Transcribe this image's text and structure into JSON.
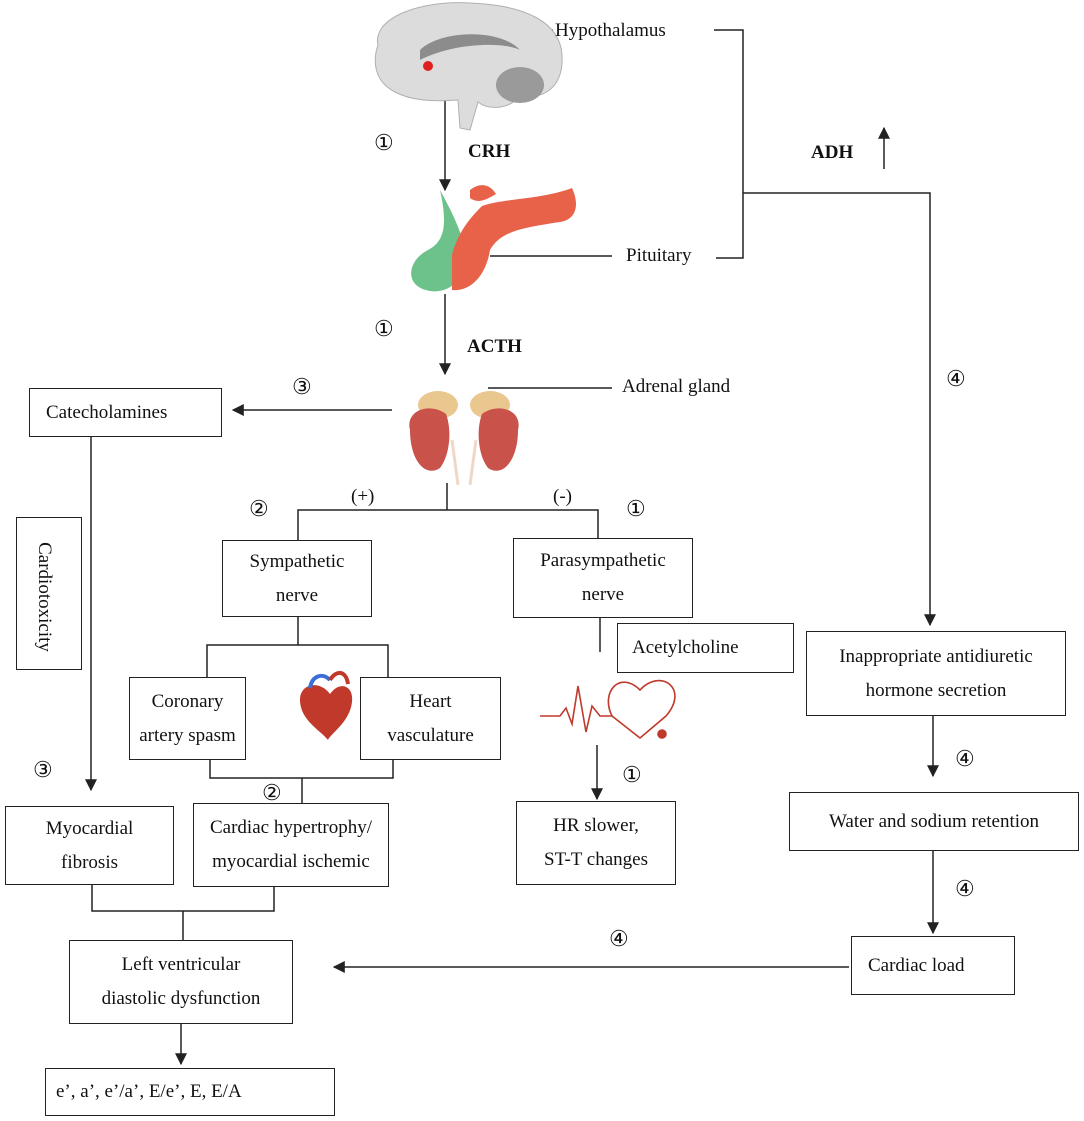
{
  "labels": {
    "hypothalamus": "Hypothalamus",
    "crh": "CRH",
    "adh": "ADH",
    "pituitary": "Pituitary",
    "acth": "ACTH",
    "adrenal": "Adrenal gland",
    "plus": "(+)",
    "minus": "(-)",
    "cardiotoxicity": "Cardiotoxicity"
  },
  "circled": {
    "one": "①",
    "two": "②",
    "three": "③",
    "four": "④"
  },
  "boxes": {
    "catecholamines": "Catecholamines",
    "sympathetic": [
      "Sympathetic",
      "nerve"
    ],
    "parasympathetic": [
      "Parasympathetic",
      "nerve"
    ],
    "acetylcholine": "Acetylcholine",
    "coronary": [
      "Coronary",
      "artery spasm"
    ],
    "heart_vasc": [
      "Heart",
      "vasculature"
    ],
    "inappropriate": [
      "Inappropriate antidiuretic",
      "hormone secretion"
    ],
    "water": "Water and sodium retention",
    "myocardial_fibrosis": [
      "Myocardial",
      "fibrosis"
    ],
    "hypertrophy": [
      "Cardiac hypertrophy/",
      "myocardial ischemic"
    ],
    "hr": [
      "HR slower,",
      "ST-T changes"
    ],
    "cardiac_load": "Cardiac load",
    "lv": [
      "Left ventricular",
      "diastolic dysfunction"
    ],
    "echo": "e’, a’, e’/a’, E/e’, E, E/A"
  },
  "colors": {
    "line": "#222222",
    "brain": "#d9d9d9",
    "hypothalamus_dot": "#e0201c",
    "pituitary_red": "#e8624a",
    "pituitary_green": "#6cc28a",
    "adrenal_cap": "#e9c78f",
    "kidney": "#c9524a",
    "heart": "#c0392b",
    "ecg": "#c0392b"
  }
}
